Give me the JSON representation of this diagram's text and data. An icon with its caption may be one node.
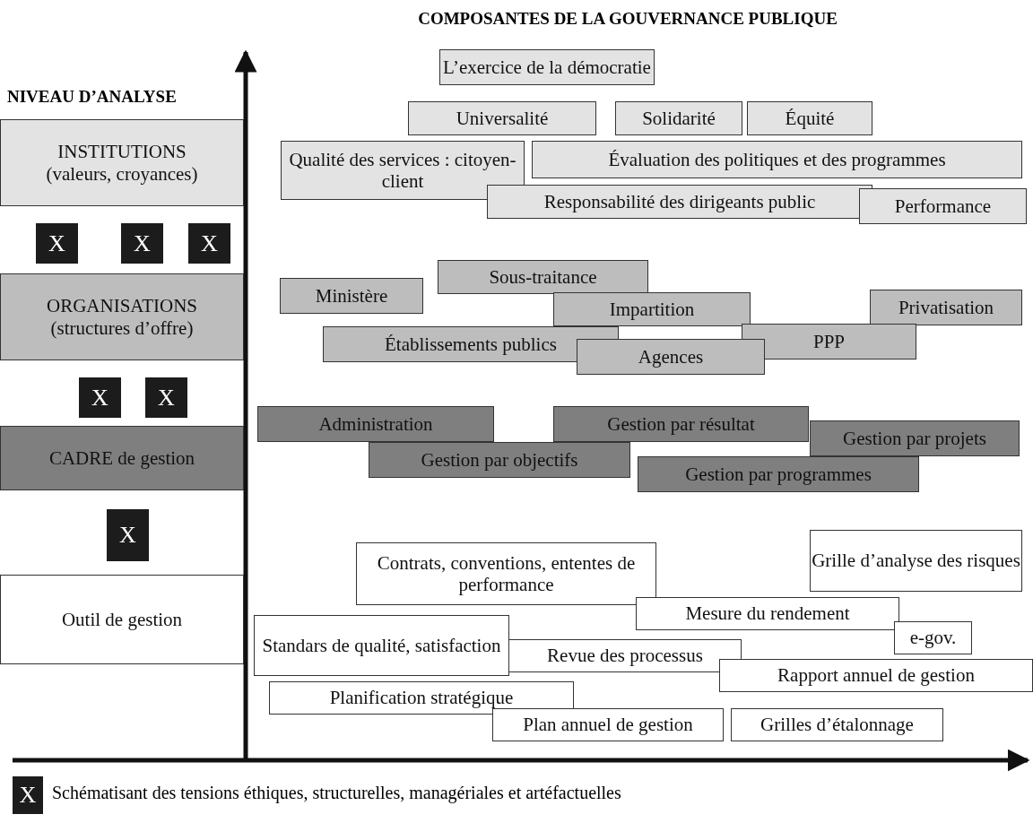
{
  "diagram": {
    "title": "COMPOSANTES DE LA GOUVERNANCE PUBLIQUE",
    "nodes": [
      {
        "text": [
          "INSTITUTIONS",
          "(valeurs, croyances)"
        ]
      },
      {
        "text": [
          "X"
        ]
      },
      {
        "text": [
          "X"
        ]
      },
      {
        "text": [
          "X"
        ]
      },
      {
        "text": [
          "ORGANISATIONS",
          "(structures d’offre)"
        ]
      },
      {
        "text": [
          "X"
        ]
      },
      {
        "text": [
          "X"
        ]
      },
      {
        "text": [
          "CADRE de gestion"
        ]
      },
      {
        "text": [
          "X"
        ]
      },
      {
        "text": [
          "Outil de gestion"
        ]
      },
      {
        "text": [
          "L’exercice de la démocratie"
        ]
      },
      {
        "text": [
          "Universalité"
        ]
      },
      {
        "text": [
          "Solidarité"
        ]
      },
      {
        "text": [
          "Équité"
        ]
      },
      {
        "text": [
          "Qualité des services : citoyen-client"
        ]
      },
      {
        "text": [
          "Évaluation des politiques et des programmes"
        ]
      },
      {
        "text": [
          "Responsabilité des dirigeants public"
        ]
      },
      {
        "text": [
          "Performance"
        ]
      },
      {
        "text": [
          "Ministère"
        ]
      },
      {
        "text": [
          "Sous-traitance"
        ]
      },
      {
        "text": [
          "Impartition"
        ]
      },
      {
        "text": [
          "Privatisation"
        ]
      },
      {
        "text": [
          "Établissements publics"
        ]
      },
      {
        "text": [
          "PPP"
        ]
      },
      {
        "text": [
          "Agences"
        ]
      },
      {
        "text": [
          "Administration"
        ]
      },
      {
        "text": [
          "Gestion par résultat"
        ]
      },
      {
        "text": [
          "Gestion par projets"
        ]
      },
      {
        "text": [
          "Gestion par objectifs"
        ]
      },
      {
        "text": [
          "Gestion par programmes"
        ]
      },
      {
        "text": [
          "Contrats, conventions, ententes de performance"
        ]
      },
      {
        "text": [
          "Grille d’analyse des risques"
        ]
      },
      {
        "text": [
          "Mesure du rendement"
        ]
      },
      {
        "text": [
          "Standars de qualité, satisfaction"
        ]
      },
      {
        "text": [
          "e-gov."
        ]
      },
      {
        "text": [
          "Revue des processus"
        ]
      },
      {
        "text": [
          "Rapport annuel de gestion"
        ]
      },
      {
        "text": [
          "Planification stratégique"
        ]
      },
      {
        "text": [
          "Plan annuel de gestion"
        ]
      },
      {
        "text": [
          "Grilles d’étalonnage"
        ]
      }
    ],
    "labels": [
      "NIVEAU D’ANALYSE",
      "X"
    ],
    "legend": [
      {
        "text": "Schématisant des tensions éthiques, structurelles, managériales et artéfactuelles"
      }
    ]
  }
}
